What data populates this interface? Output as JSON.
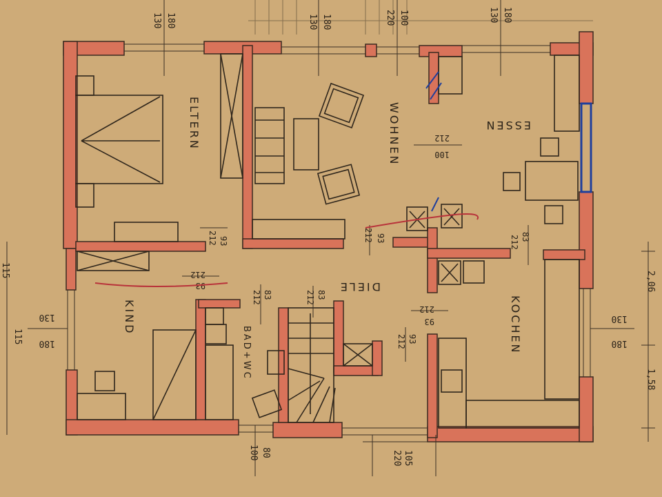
{
  "rooms": {
    "eltern": "ELTERN",
    "wohnen": "WOHNEN",
    "essen": "ESSEN",
    "kind": "KIND",
    "diele": "DIELE",
    "kochen": "KOCHEN",
    "bad_wc": "BAD+WC"
  },
  "dimensions": {
    "top_180_130_a": [
      "180",
      "130"
    ],
    "top_180_130_b": [
      "180",
      "130"
    ],
    "top_100_220": [
      "100",
      "220"
    ],
    "top_180_130_c": [
      "180",
      "130"
    ],
    "eltern_door": [
      "93",
      "212"
    ],
    "wohnen_door": [
      "93",
      "212"
    ],
    "essen_door": [
      "212",
      "100"
    ],
    "kitchen_door": [
      "83",
      "212"
    ],
    "kind_door": [
      "212",
      "93"
    ],
    "bad_door": [
      "83",
      "212"
    ],
    "stair_door": [
      "212",
      "83"
    ],
    "kitchen_side_door": [
      "212",
      "93"
    ],
    "bad_lower_door": [
      "93",
      "212"
    ],
    "left_130_180": [
      "130",
      "180"
    ],
    "right_130_180": [
      "130",
      "180"
    ],
    "bottom_100_80": [
      "100",
      "80"
    ],
    "bottom_105_220": [
      "105",
      "220"
    ],
    "right_edge": [
      "2,06",
      "1,58"
    ],
    "left_edge": [
      "115",
      "115"
    ]
  },
  "colors": {
    "paper": "#c9a572",
    "wall": "#d9735a",
    "ink": "#2f261c",
    "annotation": "#b8323a",
    "window_blue": "#1f3f9c"
  }
}
